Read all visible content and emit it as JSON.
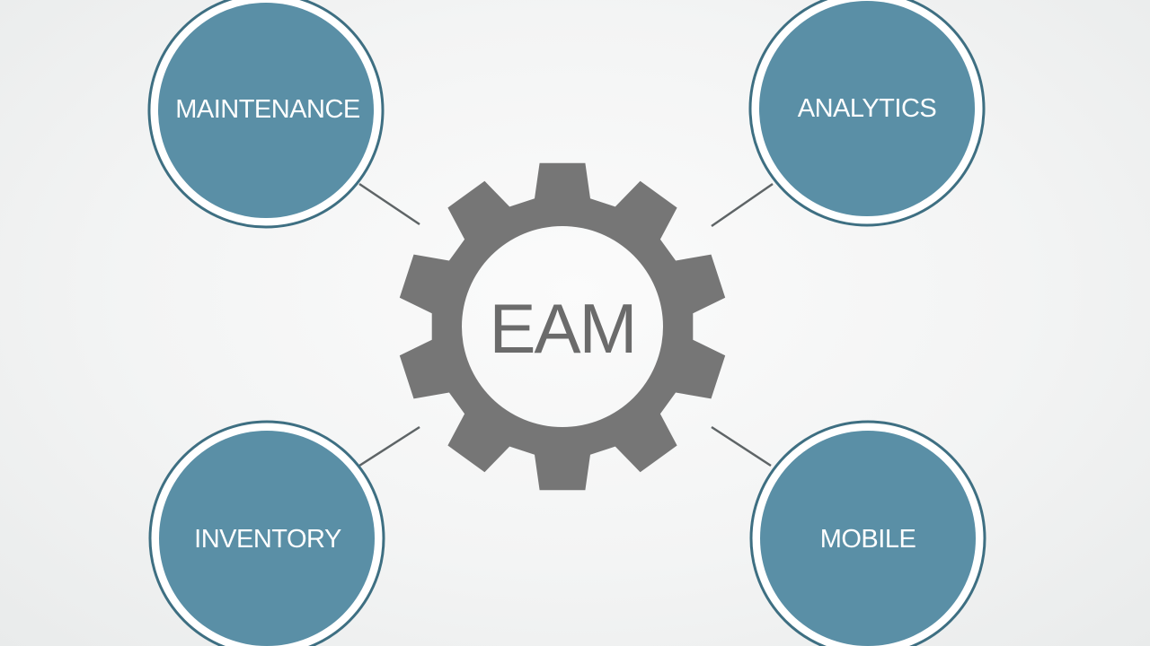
{
  "hub": {
    "label": "EAM"
  },
  "nodes": [
    {
      "id": "maintenance",
      "label": "MAINTENANCE"
    },
    {
      "id": "analytics",
      "label": "ANALYTICS"
    },
    {
      "id": "inventory",
      "label": "INVENTORY"
    },
    {
      "id": "mobile",
      "label": "MOBILE"
    }
  ],
  "colors": {
    "node_fill": "#5a8fa6",
    "node_ring": "#3e6f82",
    "gear": "#767676",
    "hub_text": "#6b6b6b",
    "connector": "#5e6466",
    "background": "#f2f3f3"
  },
  "icons": {
    "hub": "gear-icon"
  }
}
